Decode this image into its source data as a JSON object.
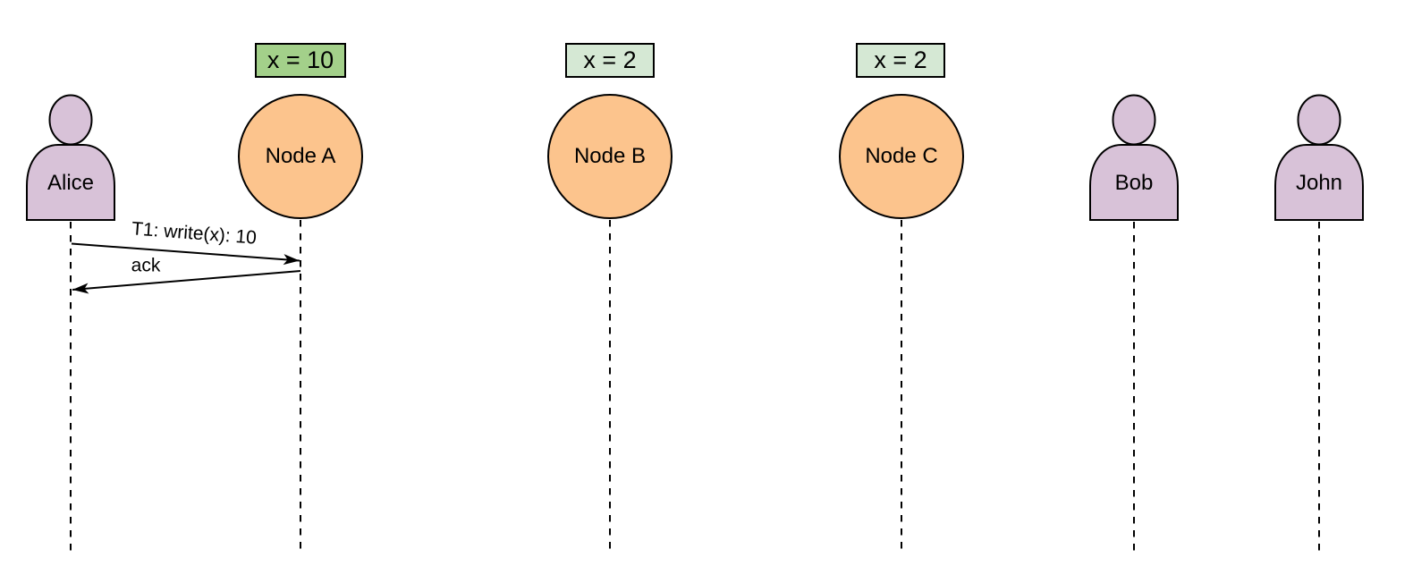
{
  "diagram": {
    "actors": [
      {
        "label": "Alice",
        "icon": "person-icon"
      },
      {
        "label": "Bob",
        "icon": "person-icon"
      },
      {
        "label": "John",
        "icon": "person-icon"
      }
    ],
    "nodes": [
      {
        "label": "Node A",
        "value_badge": "x = 10",
        "highlighted": true
      },
      {
        "label": "Node B",
        "value_badge": "x = 2",
        "highlighted": false
      },
      {
        "label": "Node C",
        "value_badge": "x = 2",
        "highlighted": false
      }
    ],
    "messages": [
      {
        "label": "T1: write(x): 10",
        "from": "Alice",
        "to": "Node A"
      },
      {
        "label": "ack",
        "from": "Node A",
        "to": "Alice"
      }
    ]
  },
  "colors": {
    "background": "#ffffff",
    "line": "#000000",
    "actor-fill": "#d8c2d8",
    "node-fill": "#fcc48d",
    "badge-highlight-fill": "#a3d08a",
    "badge-fill": "#d5e8d4"
  }
}
